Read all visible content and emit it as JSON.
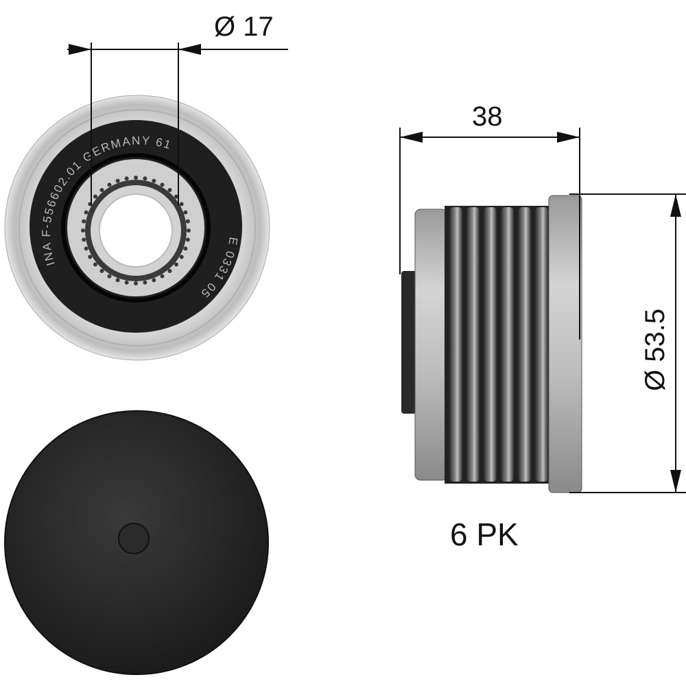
{
  "dimensions": {
    "inner_diameter": "Ø 17",
    "width": "38",
    "outer_diameter": "Ø 53.5"
  },
  "belt_profile": "6 PK",
  "engraving": {
    "top": "INA F-556602.01 GERMANY 61",
    "bottom": "E 0331 05"
  },
  "colors": {
    "line": "#111111",
    "rubber": "#1e1e1e",
    "metal": "#c8c8c8"
  }
}
